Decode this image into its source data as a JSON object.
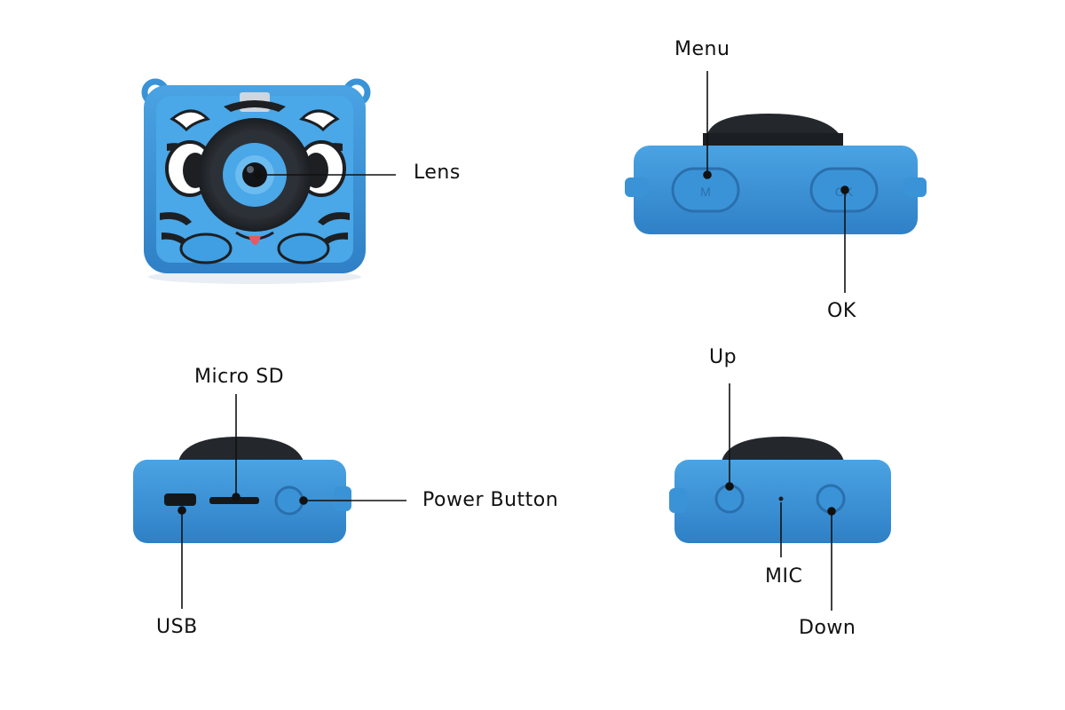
{
  "labels": {
    "lens": "Lens",
    "menu": "Menu",
    "ok": "OK",
    "micro_sd": "Micro SD",
    "power_button": "Power Button",
    "usb": "USB",
    "up": "Up",
    "mic": "MIC",
    "down": "Down"
  },
  "button_marks": {
    "menu": "M",
    "ok": "OK"
  },
  "colors": {
    "camera_body": "#3a93d6",
    "camera_dark": "#2a6fae",
    "lens_black": "#1f2328",
    "leader_line": "#111111"
  }
}
